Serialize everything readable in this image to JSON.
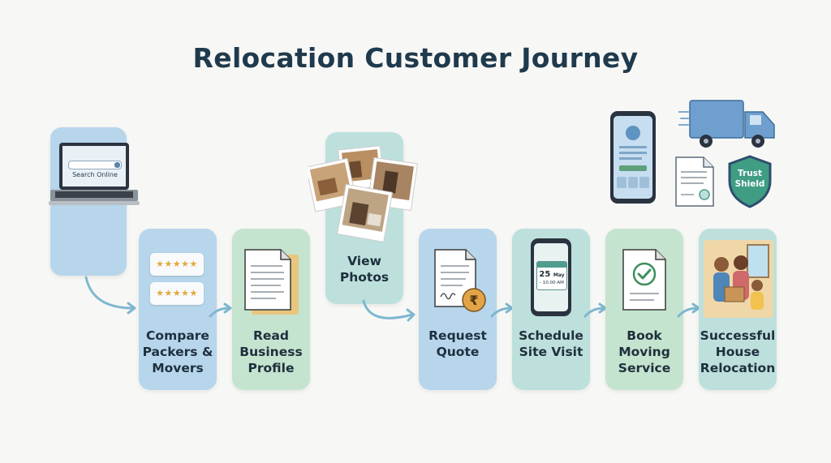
{
  "title": "Relocation Customer Journey",
  "steps": {
    "search": {
      "screen_text": "Search Online"
    },
    "compare": {
      "label": "Compare\nPackers &\nMovers"
    },
    "read": {
      "label": "Read\nBusiness\nProfile"
    },
    "photos": {
      "label": "View\nPhotos"
    },
    "quote": {
      "label": "Request\nQuote"
    },
    "visit": {
      "label": "Schedule\nSite Visit",
      "date_day": "25",
      "date_month": "May",
      "date_time": "- 10:00 AM"
    },
    "book": {
      "label": "Book\nMoving\nService"
    },
    "success": {
      "label": "Successful\nHouse\nRelocation"
    }
  },
  "badges": {
    "trust_shield": "Trust\nShield"
  },
  "colors": {
    "title": "#1f3a4d",
    "blue_card": "#b7d6ec",
    "green_card": "#c5e4cf",
    "teal_card": "#bde0dc",
    "arrow": "#7fb7cf",
    "star": "#e2a93b"
  }
}
